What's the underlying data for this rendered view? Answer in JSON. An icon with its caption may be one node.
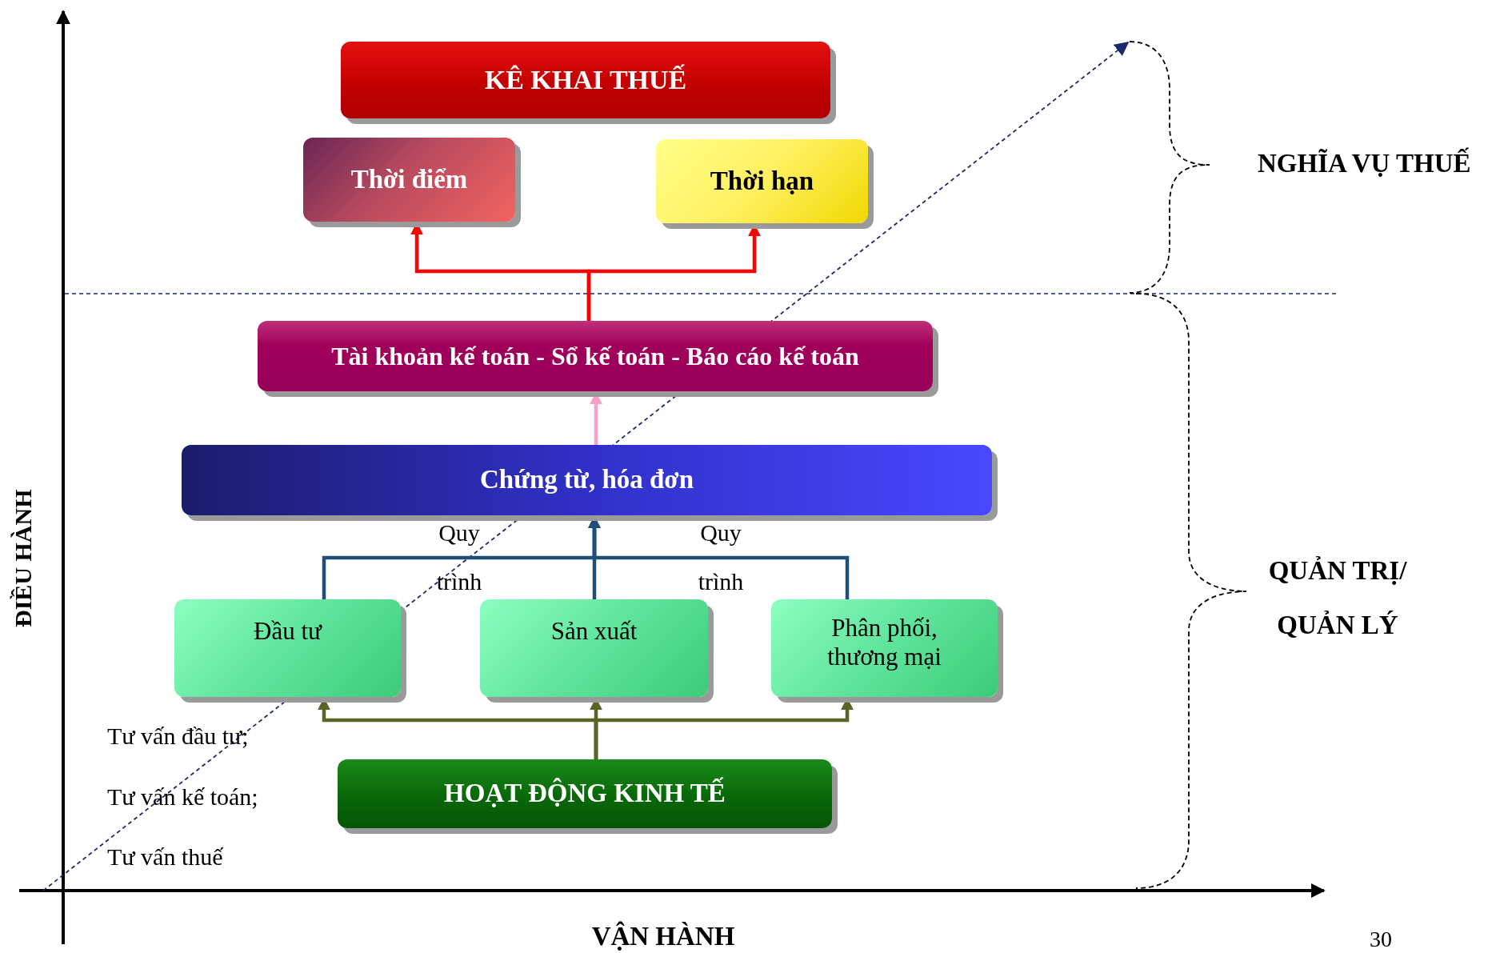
{
  "diagram": {
    "nodes": [
      {
        "text": [
          "KÊ KHAI THUẾ"
        ]
      },
      {
        "text": [
          "Thời điểm"
        ]
      },
      {
        "text": [
          "Thời hạn"
        ]
      },
      {
        "text": [
          "Tài khoản kế toán - Sổ kế toán - Báo cáo kế toán"
        ]
      },
      {
        "text": [
          "Chứng từ, hóa đơn"
        ]
      },
      {
        "text": [
          "Đầu tư"
        ]
      },
      {
        "text": [
          "Sản xuất"
        ]
      },
      {
        "text": [
          "Phân phối, thương mại"
        ]
      },
      {
        "text": [
          "HOẠT ĐỘNG KINH TẾ"
        ]
      }
    ],
    "edges": [
      {
        "from": 3,
        "to": 1,
        "arrow": "to",
        "color": "#ff0000"
      },
      {
        "from": 3,
        "to": 2,
        "arrow": "to",
        "color": "#ff0000"
      },
      {
        "from": 4,
        "to": 3,
        "arrow": "to",
        "color": "#f4a0c8"
      },
      {
        "from": 5,
        "to": 4,
        "arrow": "to",
        "color": "#1f4e79",
        "label": "Quy trình"
      },
      {
        "from": 6,
        "to": 4,
        "arrow": "to",
        "color": "#1f4e79"
      },
      {
        "from": 7,
        "to": 4,
        "arrow": "to",
        "color": "#1f4e79",
        "label": "Quy trình"
      },
      {
        "from": 8,
        "to": 5,
        "arrow": "to",
        "color": "#5a6426"
      },
      {
        "from": 8,
        "to": 6,
        "arrow": "to",
        "color": "#5a6426"
      },
      {
        "from": 8,
        "to": 7,
        "arrow": "to",
        "color": "#5a6426"
      }
    ],
    "labels": [
      "NGHĨA VỤ THUẾ",
      "QUẢN TRỊ/ QUẢN LÝ",
      "ĐIỀU HÀNH",
      "Tư vấn đầu tư;",
      "Tư vấn kế toán;",
      "Tư vấn thuế",
      "VẬN HÀNH",
      "30"
    ]
  }
}
